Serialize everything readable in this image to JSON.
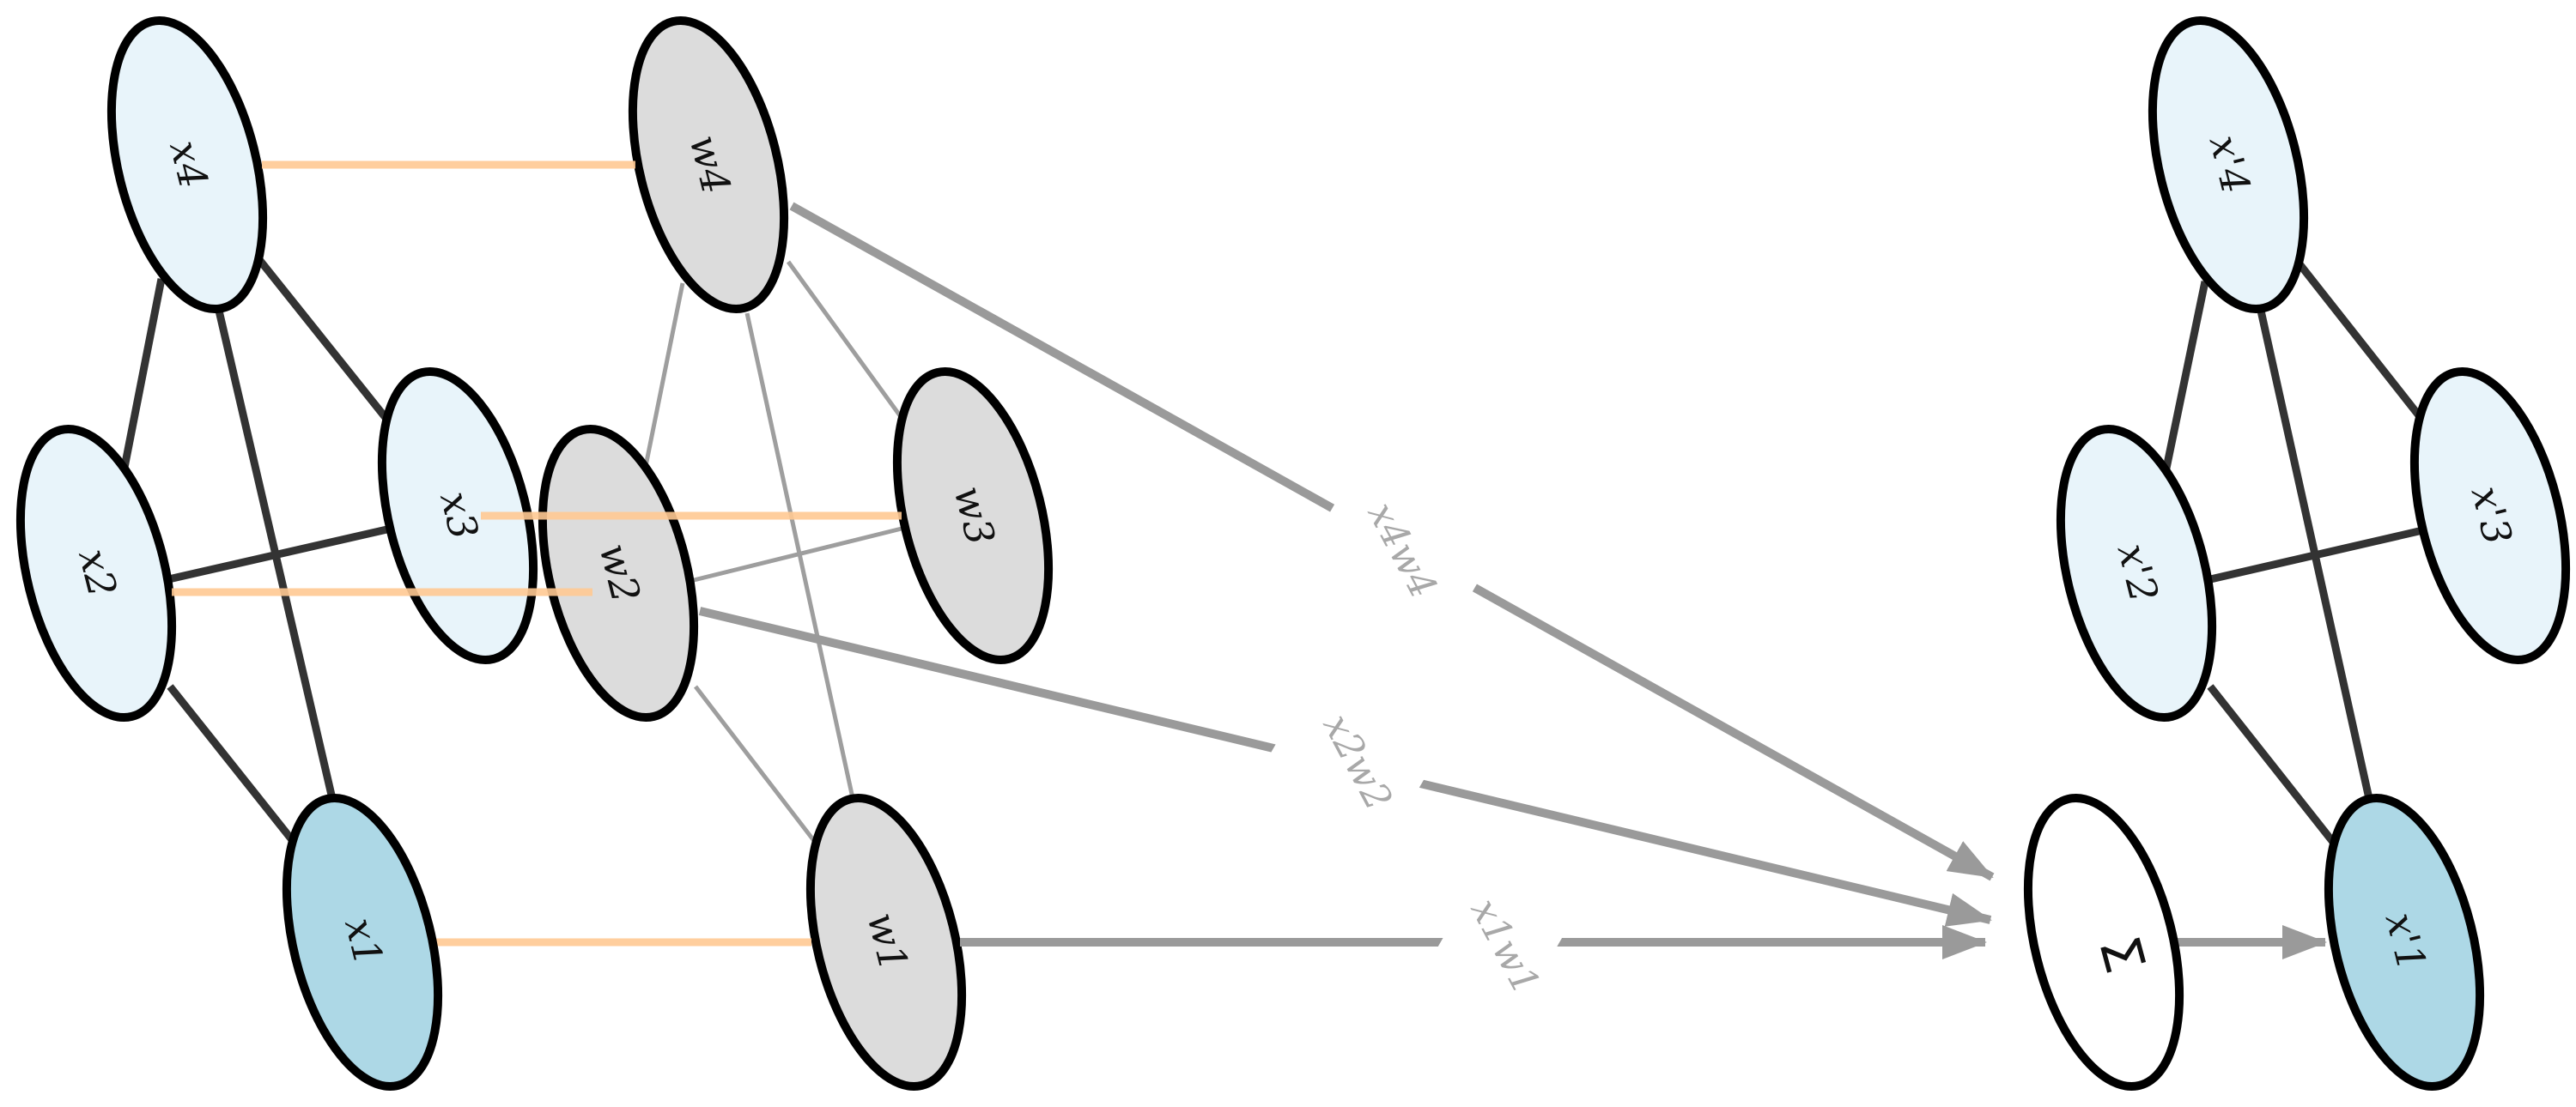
{
  "colors": {
    "input_node_fill": "#e8f4fa",
    "target_node_fill": "#add8e6",
    "weight_node_fill": "#dcdcdc",
    "sum_node_fill": "#ffffff",
    "node_stroke": "#000000",
    "graph_edge": "#333333",
    "weight_edge": "#9e9e9e",
    "pairing_edge": "#ffc992",
    "message_edge": "#9a9a9a"
  },
  "input_graph": {
    "nodes": [
      {
        "id": "x4",
        "label": "x4"
      },
      {
        "id": "x3",
        "label": "x3"
      },
      {
        "id": "x2",
        "label": "x2"
      },
      {
        "id": "x1",
        "label": "x1",
        "highlighted": true
      }
    ]
  },
  "weight_graph": {
    "nodes": [
      {
        "id": "w4",
        "label": "w4"
      },
      {
        "id": "w3",
        "label": "w3"
      },
      {
        "id": "w2",
        "label": "w2"
      },
      {
        "id": "w1",
        "label": "w1"
      }
    ]
  },
  "aggregator": {
    "label": "Σ"
  },
  "messages": [
    {
      "from": "w4",
      "label": "x4w4"
    },
    {
      "from": "w2",
      "label": "x2w2"
    },
    {
      "from": "w1",
      "label": "x1w1"
    }
  ],
  "output_graph": {
    "nodes": [
      {
        "id": "x4p",
        "label": "x'4"
      },
      {
        "id": "x3p",
        "label": "x'3"
      },
      {
        "id": "x2p",
        "label": "x'2"
      },
      {
        "id": "x1p",
        "label": "x'1",
        "highlighted": true
      }
    ]
  }
}
